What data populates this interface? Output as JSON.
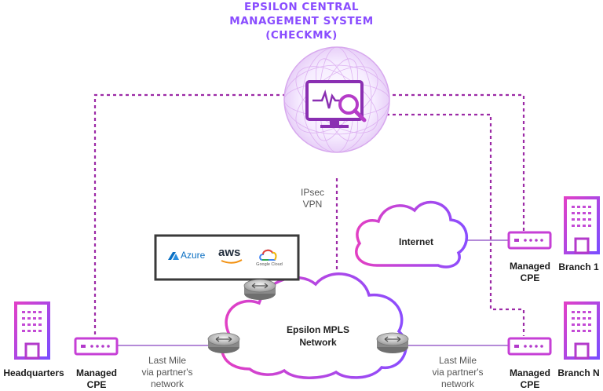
{
  "title": {
    "line1": "EPSILON CENTRAL",
    "line2": "MANAGEMENT SYSTEM",
    "line3": "(CHECKMK)"
  },
  "ipsec": {
    "line1": "IPsec",
    "line2": "VPN"
  },
  "internet_cloud": {
    "label": "Internet"
  },
  "mpls_cloud": {
    "line1": "Epsilon MPLS",
    "line2": "Network"
  },
  "cloud_providers": {
    "azure": "Azure",
    "aws": "aws",
    "google": "Google Cloud"
  },
  "sites": {
    "headquarters": "Headquarters",
    "branch1": "Branch 1",
    "branchN": "Branch N"
  },
  "cpe": {
    "line1": "Managed",
    "line2": "CPE"
  },
  "last_mile": {
    "line1": "Last Mile",
    "line2": "via partner's",
    "line3": "network"
  },
  "colors": {
    "magenta": "#c63fd6",
    "purple": "#8a4dff",
    "dashed_line": "#9c2aa6",
    "solid_line": "#b48ad8",
    "dark_panel": "#3a3a3a"
  }
}
